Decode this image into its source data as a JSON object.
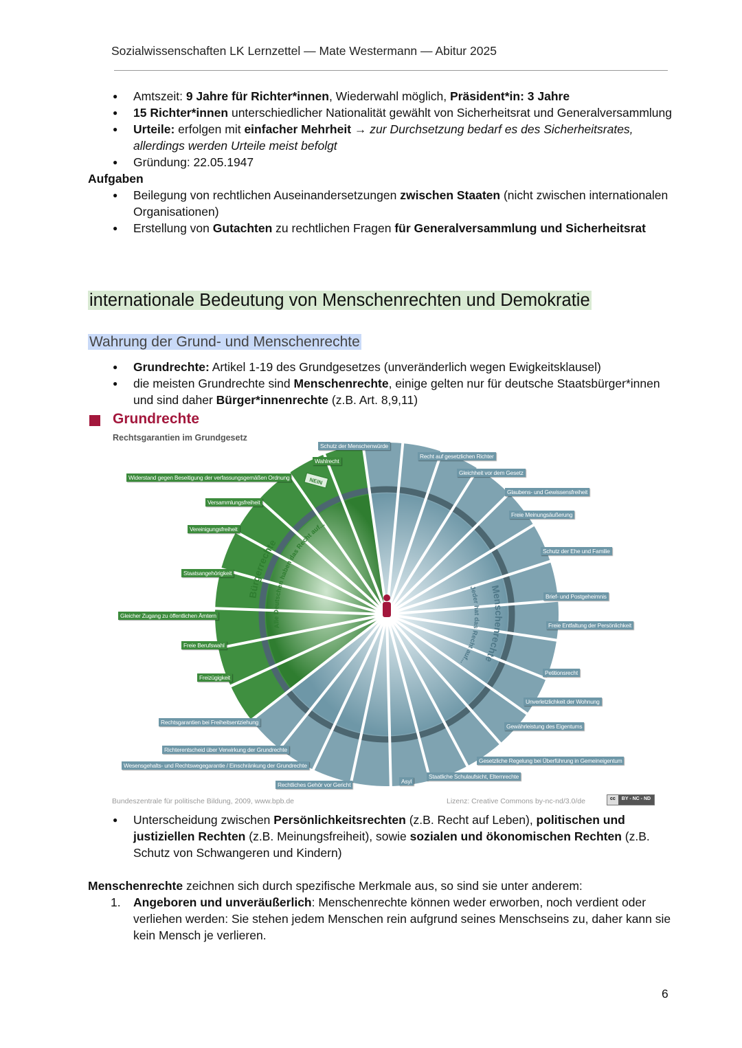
{
  "header": {
    "title": "Sozialwissenschaften LK Lernzettel — Mate Westermann — Abitur 2025"
  },
  "igh_bullets": [
    {
      "parts": [
        [
          "n",
          "Amtszeit: "
        ],
        [
          "b",
          "9 Jahre für Richter*innen"
        ],
        [
          "n",
          ", Wiederwahl möglich, "
        ],
        [
          "b",
          "Präsident*in: 3 Jahre"
        ]
      ]
    },
    {
      "parts": [
        [
          "b",
          "15 Richter*innen"
        ],
        [
          "n",
          " unterschiedlicher Nationalität gewählt von Sicherheitsrat und Generalversammlung"
        ]
      ]
    },
    {
      "parts": [
        [
          "b",
          "Urteile:"
        ],
        [
          "n",
          " erfolgen mit "
        ],
        [
          "b",
          "einfacher Mehrheit"
        ],
        [
          "n",
          " → "
        ],
        [
          "i",
          "zur Durchsetzung bedarf es des Sicherheitsrates, allerdings werden Urteile meist befolgt"
        ]
      ]
    },
    {
      "parts": [
        [
          "n",
          "Gründung: 22.05.1947"
        ]
      ]
    }
  ],
  "aufgaben": {
    "heading": "Aufgaben",
    "bullets": [
      {
        "parts": [
          [
            "n",
            "Beilegung von rechtlichen Auseinandersetzungen "
          ],
          [
            "b",
            "zwischen Staaten"
          ],
          [
            "n",
            " (nicht zwischen internationalen Organisationen)"
          ]
        ]
      },
      {
        "parts": [
          [
            "n",
            "Erstellung von "
          ],
          [
            "b",
            "Gutachten"
          ],
          [
            "n",
            " zu rechtlichen Fragen "
          ],
          [
            "b",
            "für Generalversammlung und Sicherheitsrat"
          ]
        ]
      }
    ]
  },
  "section": {
    "h2": "internationale Bedeutung von Menschenrechten und Demokratie",
    "h3": "Wahrung der Grund- und Menschenrechte"
  },
  "grund_bullets": [
    {
      "parts": [
        [
          "b",
          "Grundrechte:"
        ],
        [
          "n",
          " Artikel 1-19 des Grundgesetzes (unveränderlich wegen Ewigkeitsklausel)"
        ]
      ]
    },
    {
      "parts": [
        [
          "n",
          "die meisten Grundrechte sind "
        ],
        [
          "b",
          "Menschenrechte"
        ],
        [
          "n",
          ", einige gelten nur für deutsche Staatsbürger*innen und sind daher "
        ],
        [
          "b",
          "Bürger*innenrechte"
        ],
        [
          "n",
          " (z.B. Art. 8,9,11)"
        ]
      ]
    }
  ],
  "diagram": {
    "title": "Grundrechte",
    "subtitle": "Rechtsgarantien im Grundgesetz",
    "arc_green": "Bürgerrechte",
    "arc_green_sub": "Alle Deutschen haben das Recht auf...",
    "arc_blue": "Menschenrechte",
    "arc_blue_sub": "Jeder hat das Recht auf...",
    "colors": {
      "green": "#3c8b3c",
      "blue": "#6e97a7",
      "title": "#a3173c"
    },
    "green_labels": [
      "Wahlrecht",
      "Widerstand gegen Beseitigung der verfassungsgemäßen Ordnung",
      "Versammlungsfreiheit",
      "Vereinigungsfreiheit",
      "Staatsangehörigkeit",
      "Gleicher Zugang zu öffentlichen Ämtern",
      "Freie Berufswahl",
      "Freizügigkeit"
    ],
    "sign_text": "NEIN",
    "blue_labels": [
      "Schutz der Menschenwürde",
      "Recht auf gesetzlichen Richter",
      "Gleichheit vor dem Gesetz",
      "Glaubens- und Gewissensfreiheit",
      "Freie Meinungsäußerung",
      "Schutz der Ehe und Familie",
      "Brief- und Postgeheimnis",
      "Freie Entfaltung der Persönlichkeit",
      "Petitionsrecht",
      "Unverletzlichkeit der Wohnung",
      "Gewährleistung des Eigentums",
      "Gesetzliche Regelung bei Überführung in Gemeineigentum",
      "Staatliche Schulaufsicht, Elternrechte",
      "Asyl",
      "Rechtliches Gehör vor Gericht",
      "Wesensgehalts- und Rechtswegegarantie / Einschränkung der Grundrechte",
      "Richterentscheid über Verwirkung der Grundrechte",
      "Rechtsgarantien bei Freiheitsentziehung"
    ],
    "source": "Bundeszentrale für politische Bildung, 2009, www.bpb.de",
    "license": "Lizenz: Creative Commons by-nc-nd/3.0/de",
    "cc_badge": "BY - NC - ND",
    "cc_mark": "cc"
  },
  "after_bullets": [
    {
      "parts": [
        [
          "n",
          "Unterscheidung zwischen "
        ],
        [
          "b",
          "Persönlichkeitsrechten"
        ],
        [
          "n",
          " (z.B. Recht auf Leben), "
        ],
        [
          "b",
          "politischen und justiziellen Rechten"
        ],
        [
          "n",
          " (z.B. Meinungsfreiheit), sowie "
        ],
        [
          "b",
          "sozialen und ökonomischen Rechten"
        ],
        [
          "n",
          " (z.B. Schutz von Schwangeren und Kindern)"
        ]
      ]
    }
  ],
  "mr_intro": {
    "parts": [
      [
        "b",
        "Menschenrechte"
      ],
      [
        "n",
        " zeichnen sich durch spezifische Merkmale aus, so sind sie unter anderem:"
      ]
    ]
  },
  "mr_list": [
    {
      "num": "1.",
      "parts": [
        [
          "b",
          "Angeboren und unveräußerlich"
        ],
        [
          "n",
          ": Menschenrechte können weder erworben, noch verdient oder verliehen werden: Sie stehen jedem Menschen rein aufgrund seines Menschseins zu, daher kann sie kein Mensch je verlieren."
        ]
      ]
    }
  ],
  "page_number": "6"
}
